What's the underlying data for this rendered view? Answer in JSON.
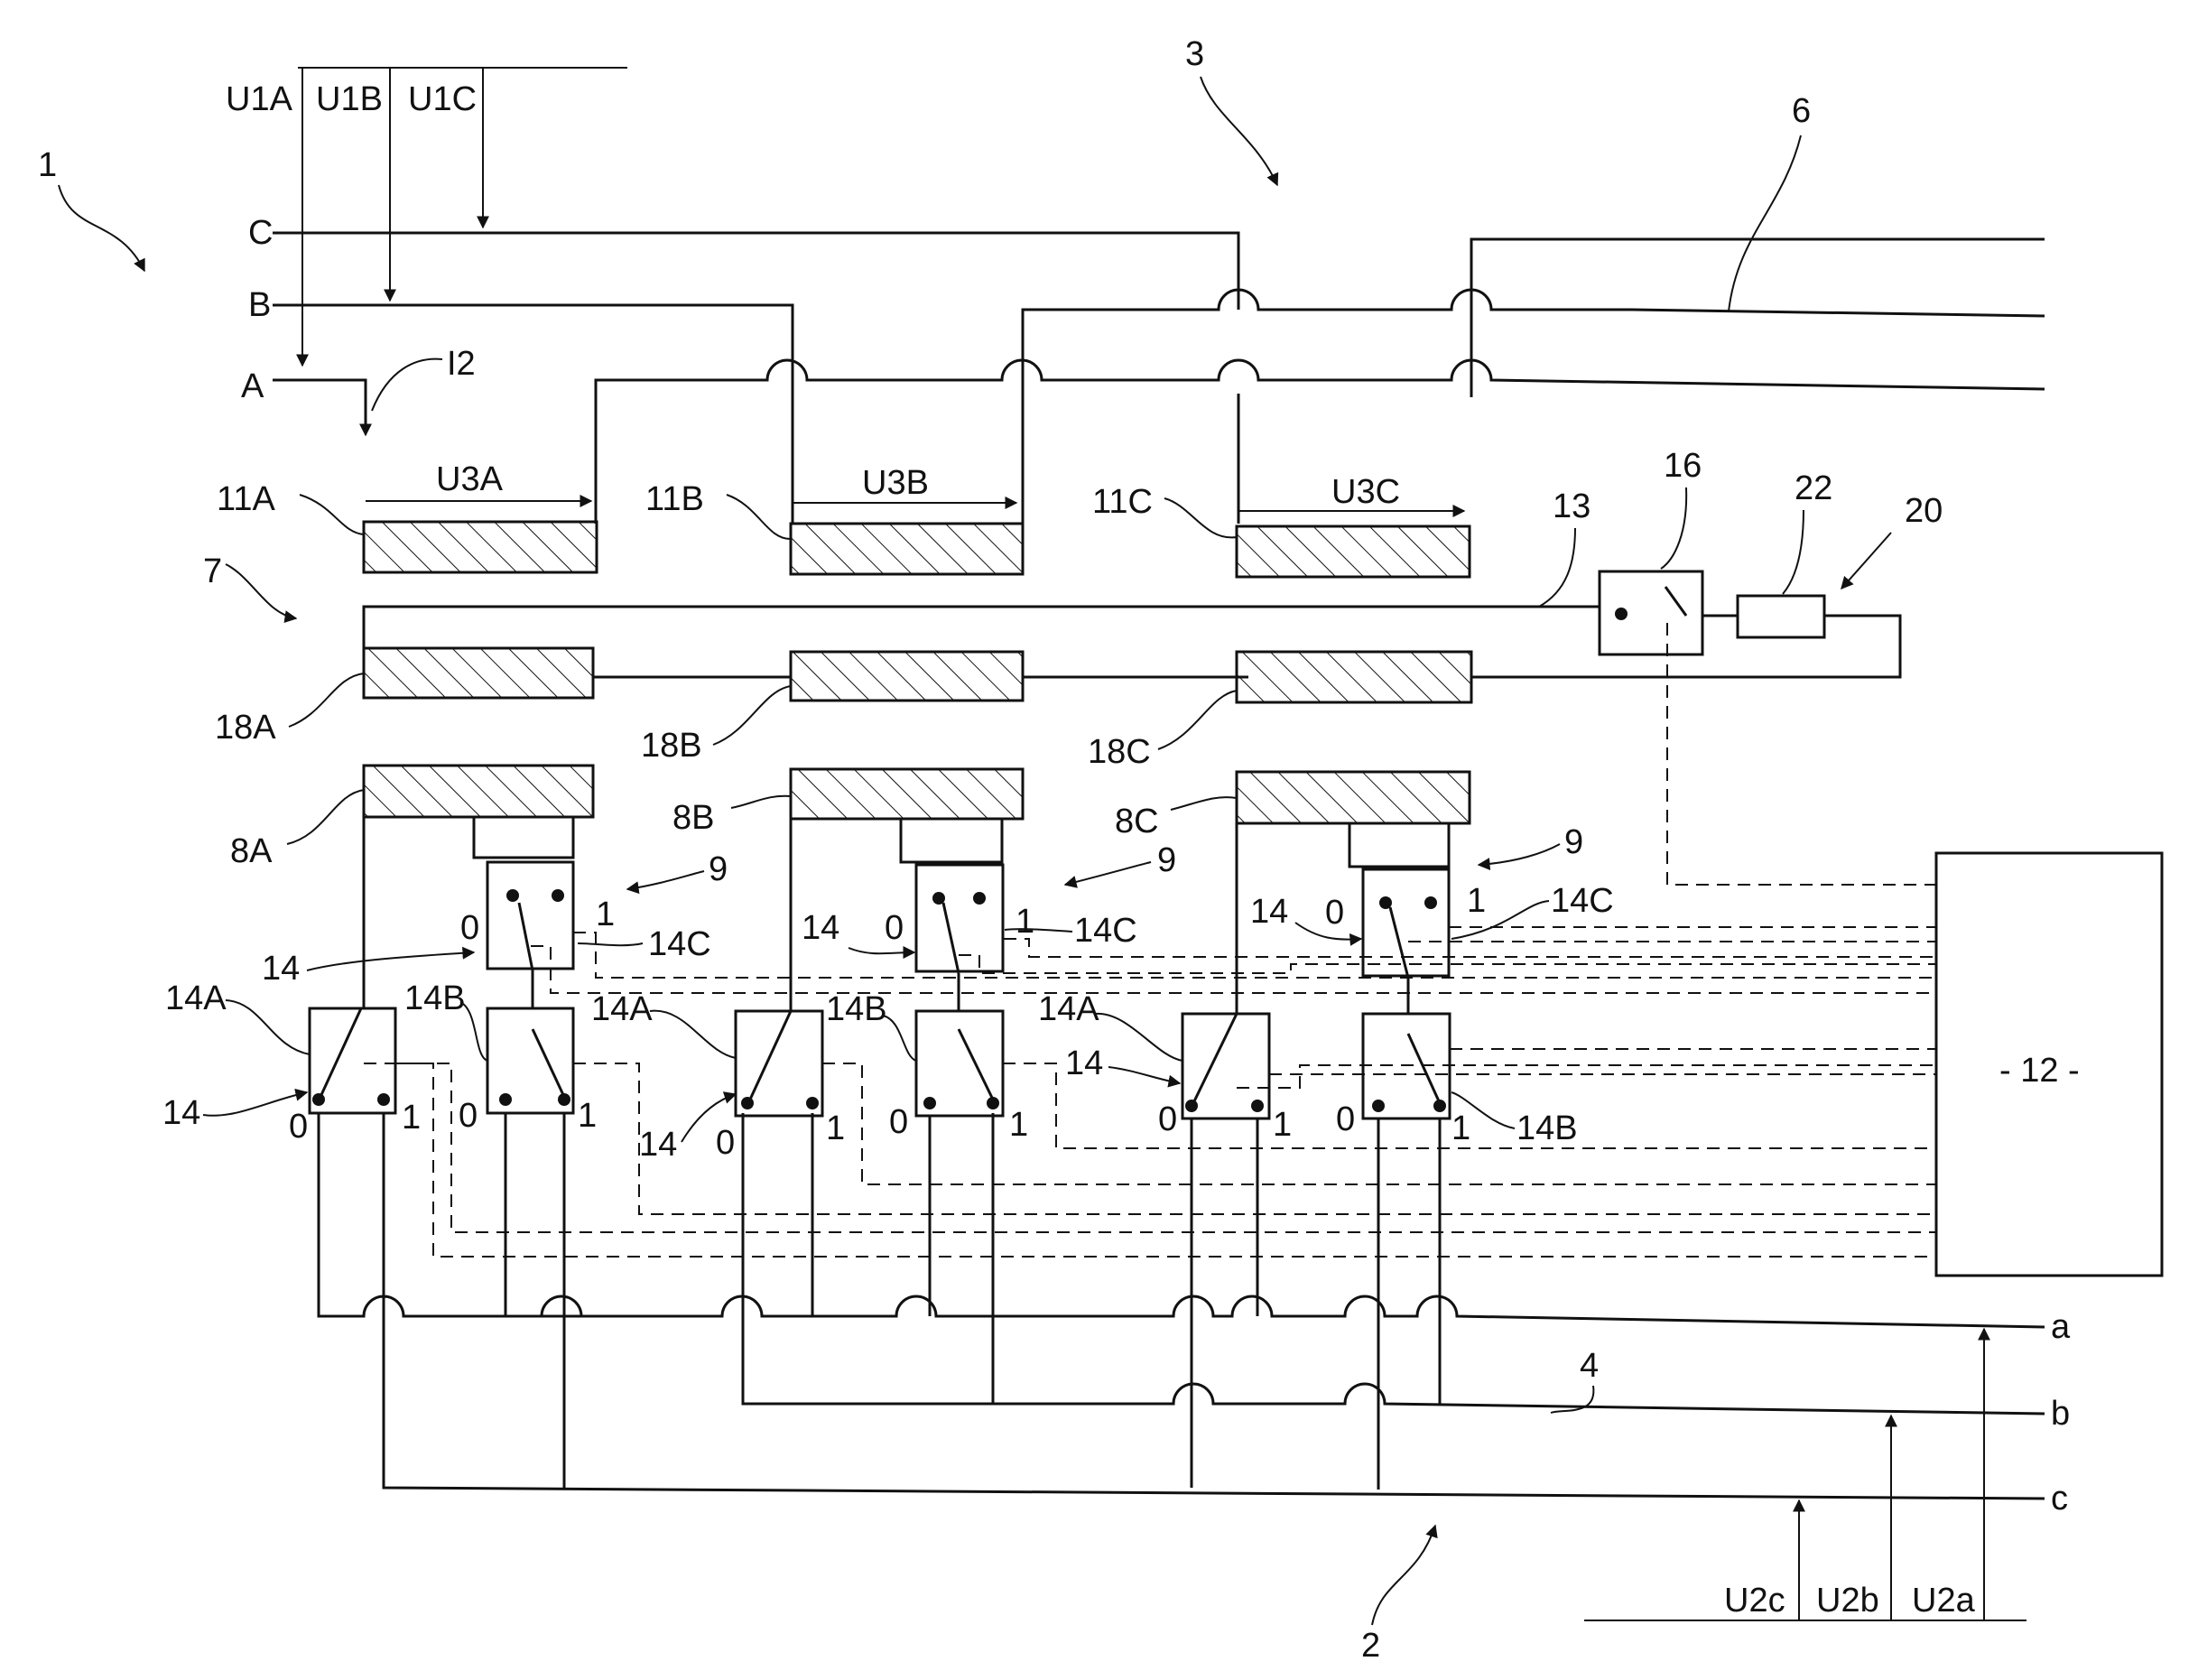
{
  "figure": {
    "system_label": "1",
    "network_3_label": "3",
    "network_2_label": "2",
    "line_6_label": "6",
    "line_4_label": "4",
    "core_7_label": "7",
    "loop_13_label": "13",
    "switch_16_label": "16",
    "element_22_label": "22",
    "element_20_label": "20",
    "controller_label": "- 12 -",
    "current_label": "I2",
    "nine_label": "9"
  },
  "primary_phases": [
    "A",
    "B",
    "C"
  ],
  "secondary_phases": [
    "a",
    "b",
    "c"
  ],
  "primary_voltages": [
    "U1A",
    "U1B",
    "U1C"
  ],
  "secondary_voltages": [
    "U2c",
    "U2b",
    "U2a"
  ],
  "modules": [
    {
      "id": "A",
      "winding_top": "11A",
      "voltage": "U3A",
      "core": "18A",
      "winding_bottom": "8A",
      "sw_a": "14A",
      "sw_b": "14B",
      "sw_c": "14C",
      "mark": "14",
      "pos0": "0",
      "pos1": "1"
    },
    {
      "id": "B",
      "winding_top": "11B",
      "voltage": "U3B",
      "core": "18B",
      "winding_bottom": "8B",
      "sw_a": "14A",
      "sw_b": "14B",
      "sw_c": "14C",
      "mark": "14",
      "pos0": "0",
      "pos1": "1"
    },
    {
      "id": "C",
      "winding_top": "11C",
      "voltage": "U3C",
      "core": "18C",
      "winding_bottom": "8C",
      "sw_a": "14A",
      "sw_b": "14B",
      "sw_c": "14C",
      "mark": "14",
      "pos0": "0",
      "pos1": "1"
    }
  ]
}
